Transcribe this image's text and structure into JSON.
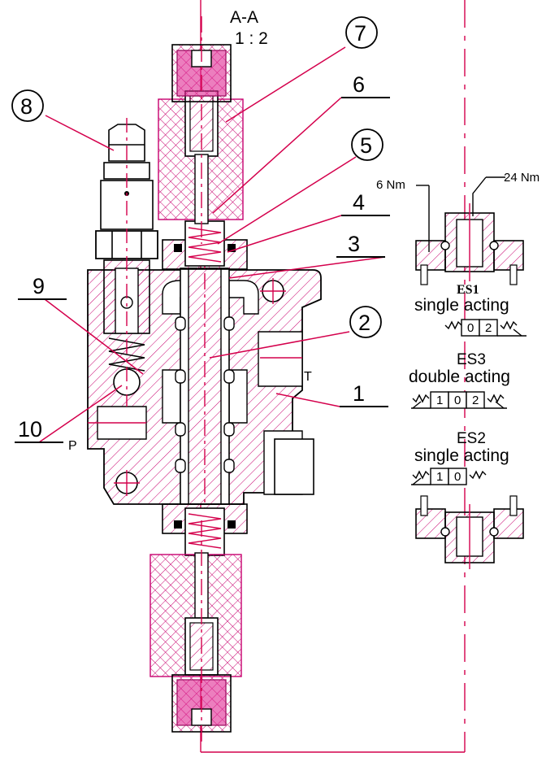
{
  "section": {
    "title": "A-A",
    "scale": "1 : 2"
  },
  "callouts": [
    {
      "id": "7",
      "text": "7",
      "style": "circle"
    },
    {
      "id": "6",
      "text": "6",
      "style": "underline"
    },
    {
      "id": "5",
      "text": "5",
      "style": "circle"
    },
    {
      "id": "4",
      "text": "4",
      "style": "underline"
    },
    {
      "id": "3",
      "text": "3",
      "style": "underline"
    },
    {
      "id": "2",
      "text": "2",
      "style": "circle"
    },
    {
      "id": "1",
      "text": "1",
      "style": "underline"
    },
    {
      "id": "8",
      "text": "8",
      "style": "circle"
    },
    {
      "id": "9",
      "text": "9",
      "style": "underline"
    },
    {
      "id": "10",
      "text": "10",
      "style": "underline"
    }
  ],
  "ports": {
    "p": "P",
    "t": "T"
  },
  "torques": {
    "small": "6 Nm",
    "large": "24 Nm"
  },
  "variants": {
    "es1": {
      "name": "ES1",
      "desc": "single acting",
      "positions": [
        "0",
        "2"
      ]
    },
    "es3": {
      "name": "ES3",
      "desc": "double acting",
      "positions": [
        "1",
        "0",
        "2"
      ]
    },
    "es2": {
      "name": "ES2",
      "desc": "single acting",
      "positions": [
        "1",
        "0"
      ]
    }
  },
  "colors": {
    "section_line": "#d4004c",
    "solenoid": "#e02893",
    "hatch": "#c8006e"
  }
}
